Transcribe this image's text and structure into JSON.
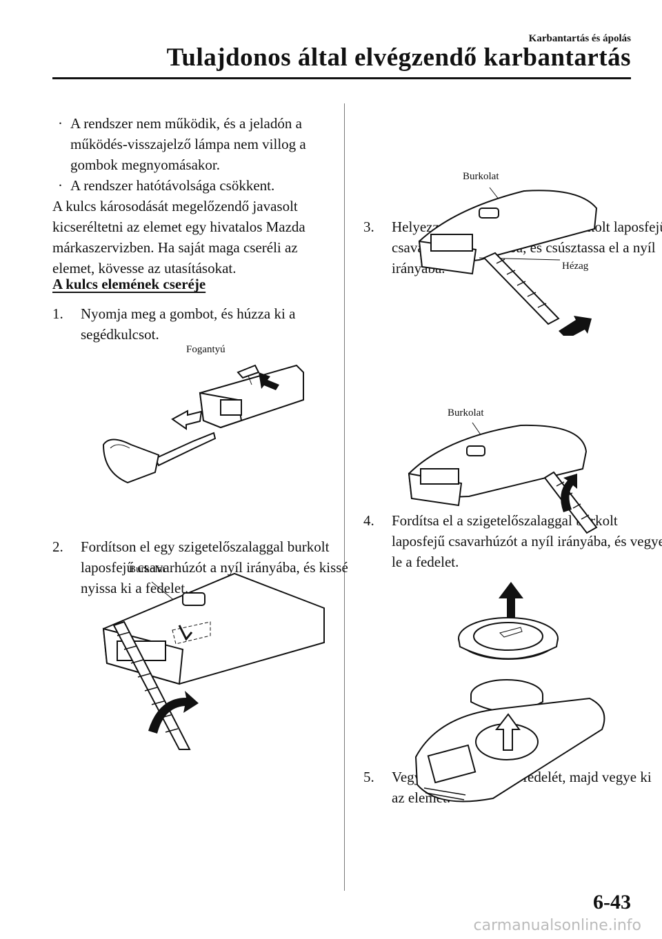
{
  "header": {
    "section": "Karbantartás és ápolás",
    "title": "Tulajdonos által elvégzendő karbantartás"
  },
  "left": {
    "bullets": [
      "A rendszer nem működik, és a jeladón a működés-visszajelző lámpa nem villog a gombok megnyomásakor.",
      "A rendszer hatótávolsága csökkent."
    ],
    "paragraph": "A kulcs károsodását megelőzendő javasolt kicseréltetni az elemet egy hivatalos Mazda márkaszervizben. Ha saját maga cseréli az elemet, kövesse az utasításokat.",
    "heading": "A kulcs elemének cseréje",
    "step1": {
      "num": "1.",
      "text": "Nyomja meg a gombot, és húzza ki a segédkulcsot.",
      "label": "Fogantyú"
    },
    "step2": {
      "num": "2.",
      "text": "Fordítson el egy szigetelőszalaggal burkolt laposfejű csavarhúzót a nyíl irányába, és kissé nyissa ki a fedelet.",
      "label": "Burkolat"
    }
  },
  "right": {
    "step3": {
      "num": "3.",
      "text": "Helyezze a szigetelőszalaggal burkolt laposfejű csavarhúzót a nyílásba, és csúsztassa el a nyíl irányába.",
      "label1": "Burkolat",
      "label2": "Hézag"
    },
    "step4": {
      "num": "4.",
      "text": "Fordítsa el a szigetelőszalaggal burkolt laposfejű csavarhúzót a nyíl irányába, és vegye le a fedelet.",
      "label": "Burkolat"
    },
    "step5": {
      "num": "5.",
      "text": "Vegye le a tartórekesz fedelét, majd vegye ki az elemet."
    }
  },
  "footer": {
    "page": "6-43",
    "watermark": "carmanualsonline.info"
  }
}
